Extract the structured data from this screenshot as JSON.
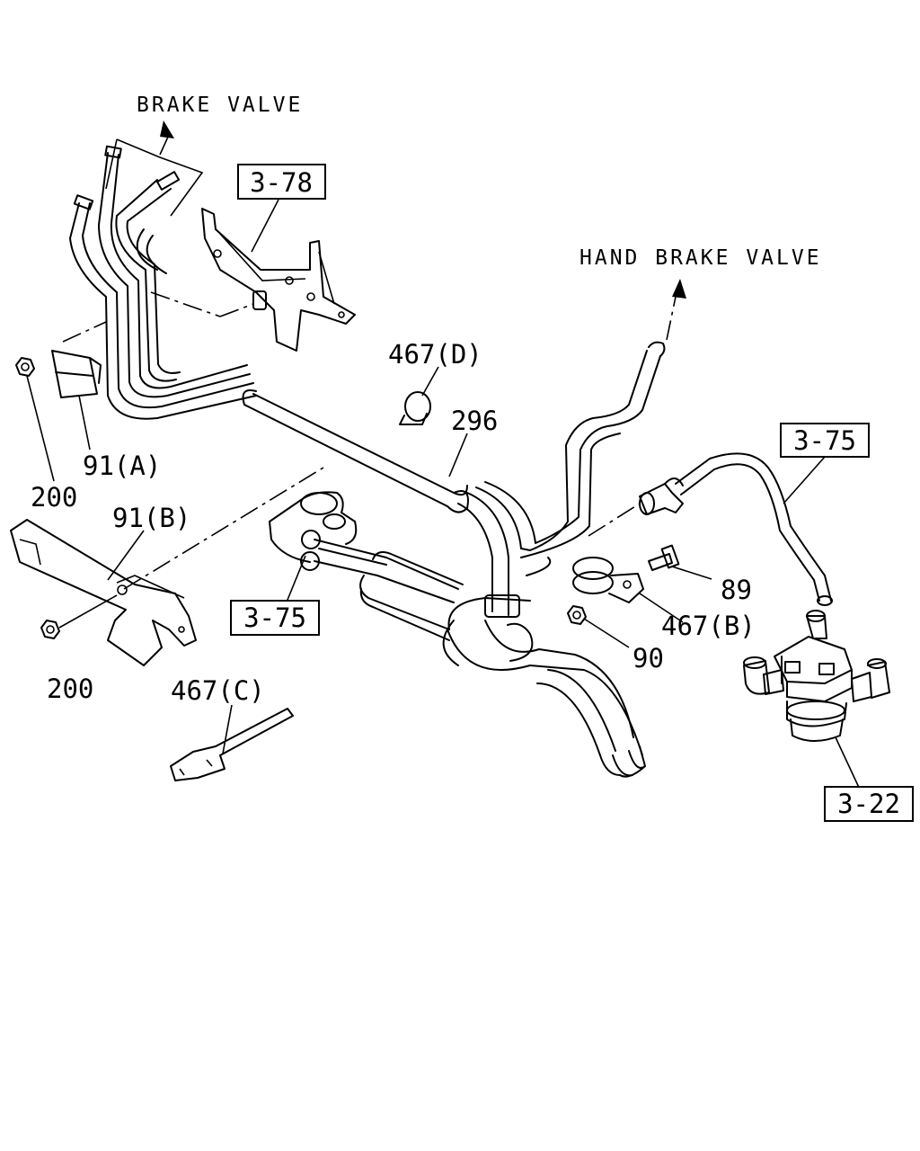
{
  "destinations": {
    "brake_valve": "BRAKE VALVE",
    "hand_brake_valve": "HAND BRAKE VALVE"
  },
  "references": {
    "ref_3_78": "3-78",
    "ref_3_75_upper": "3-75",
    "ref_3_75_lower": "3-75",
    "ref_3_22": "3-22"
  },
  "parts": {
    "p467d": "467(D)",
    "p296": "296",
    "p91a": "91(A)",
    "p200_upper": "200",
    "p91b": "91(B)",
    "p200_lower": "200",
    "p467c": "467(C)",
    "p89": "89",
    "p467b": "467(B)",
    "p90": "90"
  }
}
